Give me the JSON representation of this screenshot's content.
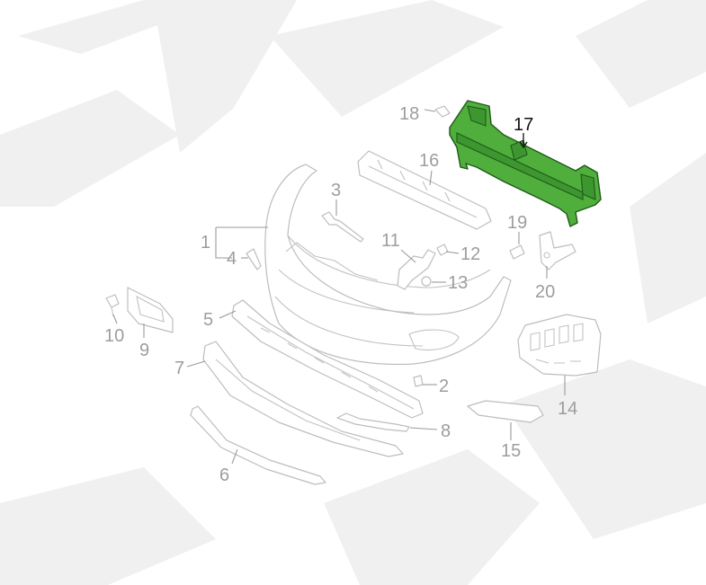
{
  "diagram": {
    "highlighted_part": "17",
    "highlight_color": "#4fae3c",
    "label_color": "#9d9d9d",
    "highlight_label_color": "#111111",
    "callouts": [
      "1",
      "2",
      "3",
      "4",
      "5",
      "6",
      "7",
      "8",
      "9",
      "10",
      "11",
      "12",
      "13",
      "14",
      "15",
      "16",
      "17",
      "18",
      "19",
      "20"
    ]
  }
}
